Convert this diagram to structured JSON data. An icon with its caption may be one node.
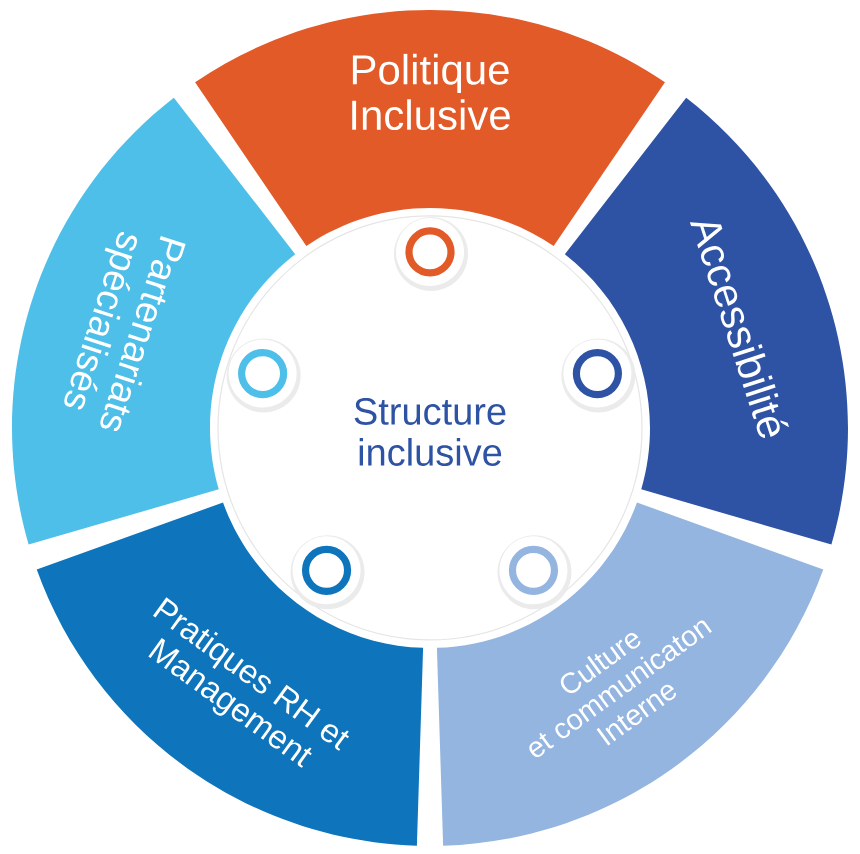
{
  "diagram": {
    "nodes": [
      {
        "text": [
          "Structure inclusive"
        ]
      },
      {
        "text": [
          "Politique Inclusive"
        ]
      },
      {
        "text": [
          "Accessibilité"
        ]
      },
      {
        "text": [
          "Culture et communicaton Interne"
        ]
      },
      {
        "text": [
          "Pratiques RH et Management"
        ]
      },
      {
        "text": [
          "Partenariats spécialisés"
        ]
      }
    ]
  }
}
